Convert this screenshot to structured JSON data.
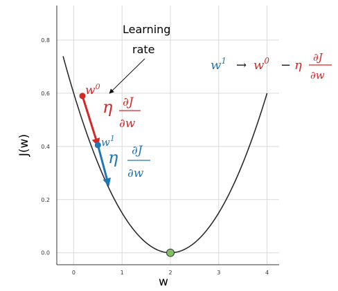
{
  "chart_data": {
    "type": "line",
    "title": "",
    "xlabel": "w",
    "ylabel": "J(w)",
    "xlim": [
      -0.35,
      4.25
    ],
    "ylim": [
      -0.045,
      0.93
    ],
    "xticks": [
      "0",
      "1",
      "2",
      "3",
      "4"
    ],
    "yticks": [
      "0.0",
      "0.2",
      "0.4",
      "0.6",
      "0.8"
    ],
    "grid": true,
    "series": [
      {
        "function": "J(w) = 0.15 * (w - 2)^2",
        "x_range": [
          -0.22,
          4.0
        ],
        "color": "#2b2b2b"
      }
    ],
    "points": [
      {
        "label": "w",
        "sup": "0",
        "x": 0.18,
        "y": 0.59,
        "color": "#d62728"
      },
      {
        "label": "w",
        "sup": "1",
        "x": 0.5,
        "y": 0.405,
        "color": "#1f77b4"
      },
      {
        "label": "",
        "x": 2.0,
        "y": 0.0,
        "color": "#7fbf5f"
      }
    ],
    "steps": [
      {
        "from": [
          0.18,
          0.59
        ],
        "to": [
          0.5,
          0.405
        ],
        "color": "#d62728"
      },
      {
        "from": [
          0.5,
          0.405
        ],
        "to": [
          0.72,
          0.255
        ],
        "color": "#1f77b4"
      }
    ]
  },
  "annotations": {
    "learning_rate_line1": "Learning",
    "learning_rate_line2": "rate",
    "red_eta": "η",
    "red_frac_num": "∂J",
    "red_frac_den": "∂w",
    "blue_eta": "η",
    "blue_frac_num": "∂J",
    "blue_frac_den": "∂w",
    "update_w": "w",
    "update_w_sup": "1",
    "update_arrow": "→",
    "update_w0": "w",
    "update_w0_sup": "0",
    "update_minus": "−",
    "update_eta": "η",
    "update_frac_num": "∂J",
    "update_frac_den": "∂w"
  },
  "colors": {
    "red": "#d62728",
    "blue": "#1f77b4",
    "curve": "#2b2b2b",
    "grid": "#d9d9d9",
    "min_point": "#7fbf5f"
  }
}
